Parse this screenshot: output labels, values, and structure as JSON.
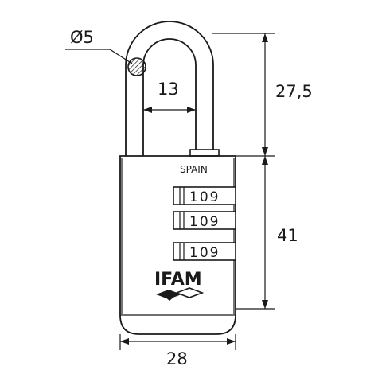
{
  "dimensions": {
    "diameter": "Ø5",
    "opening_width": "13",
    "shackle_height": "27,5",
    "body_height": "41",
    "body_width": "28"
  },
  "lock": {
    "origin_text": "SPAIN",
    "dial_rows": [
      "109",
      "109",
      "109"
    ],
    "brand": "IFAM"
  }
}
